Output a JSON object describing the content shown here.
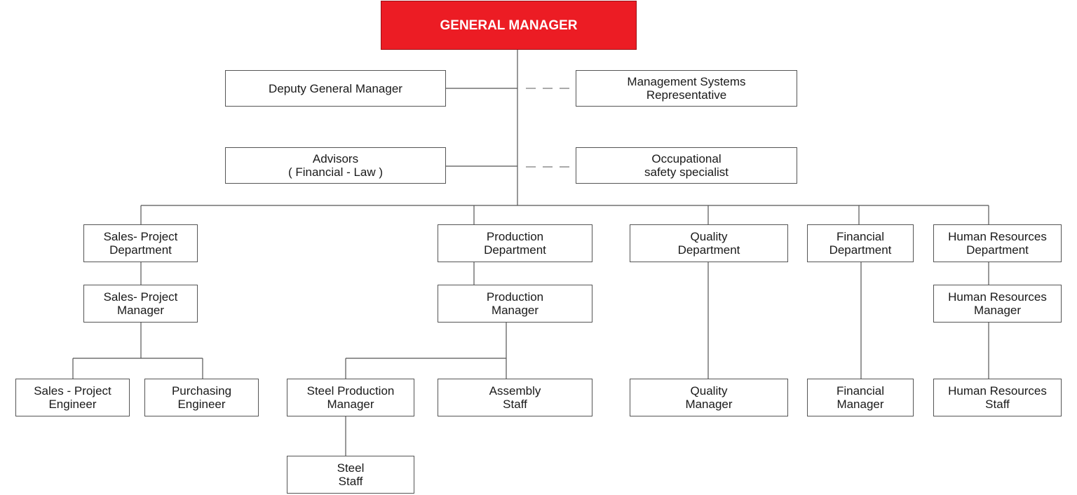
{
  "accent_color": "#ec1c24",
  "general_manager": {
    "label": "GENERAL MANAGER"
  },
  "staff": {
    "deputy": [
      "Deputy General Manager"
    ],
    "management_systems": [
      "Management Systems",
      "Representative"
    ],
    "advisors": [
      "Advisors",
      "( Financial - Law )"
    ],
    "safety": [
      "Occupational",
      "safety specialist"
    ]
  },
  "departments": {
    "sales": {
      "department": [
        "Sales- Project",
        "Department"
      ],
      "manager": [
        "Sales- Project",
        "Manager"
      ],
      "engineer": [
        "Sales - Project",
        "Engineer"
      ],
      "purchasing": [
        "Purchasing",
        "Engineer"
      ]
    },
    "production": {
      "department": [
        "Production",
        "Department"
      ],
      "manager": [
        "Production",
        "Manager"
      ],
      "steel_manager": [
        "Steel Production",
        "Manager"
      ],
      "assembly": [
        "Assembly",
        "Staff"
      ],
      "steel_staff": [
        "Steel",
        "Staff"
      ]
    },
    "quality": {
      "department": [
        "Quality",
        "Department"
      ],
      "manager": [
        "Quality",
        "Manager"
      ]
    },
    "financial": {
      "department": [
        "Financial",
        "Department"
      ],
      "manager": [
        "Financial",
        "Manager"
      ]
    },
    "hr": {
      "department": [
        "Human Resources",
        "Department"
      ],
      "manager": [
        "Human Resources",
        "Manager"
      ],
      "staff": [
        "Human Resources",
        "Staff"
      ]
    }
  }
}
